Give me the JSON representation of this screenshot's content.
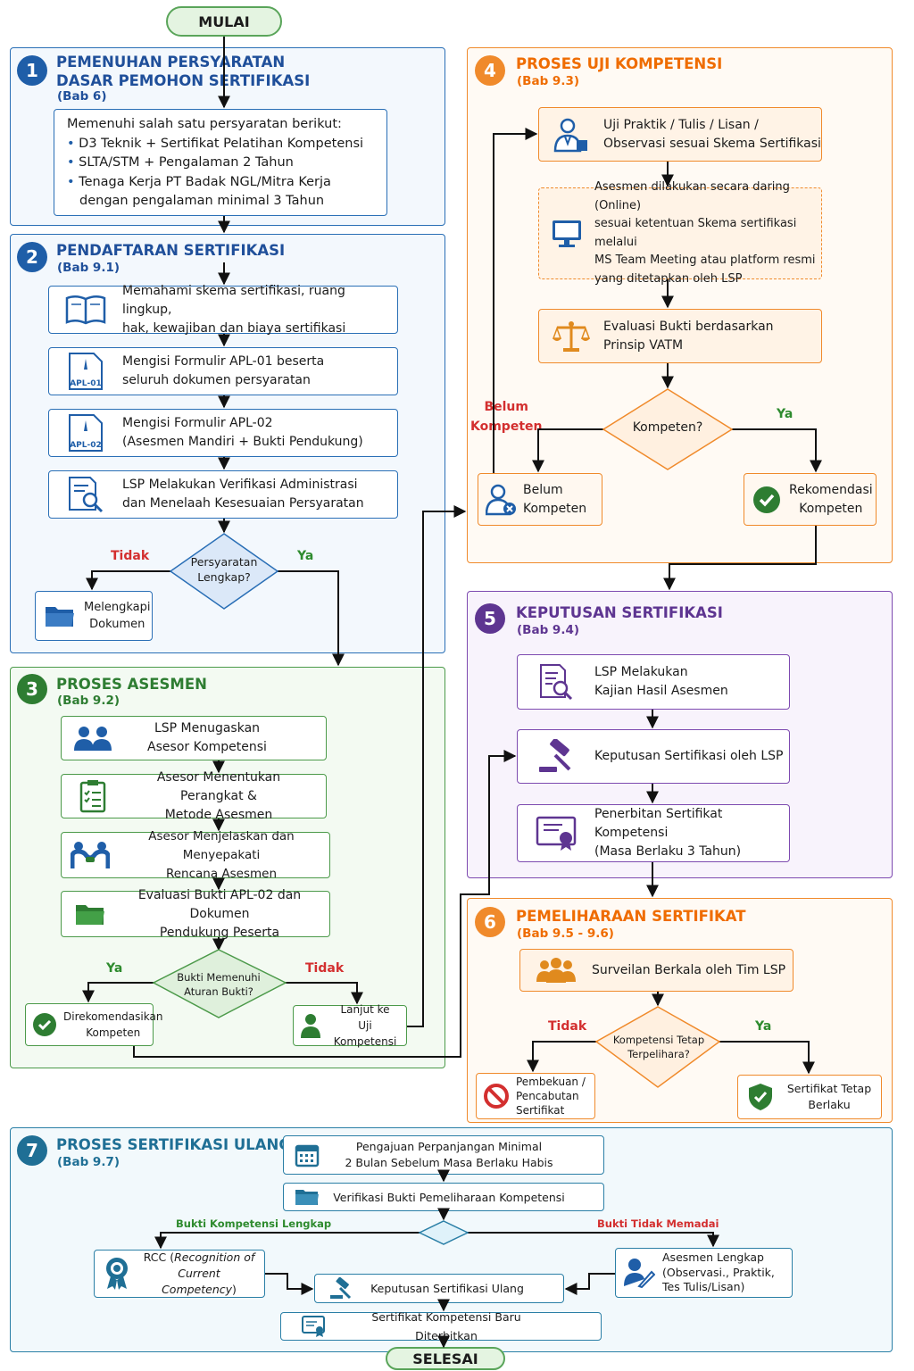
{
  "start": "MULAI",
  "end": "SELESAI",
  "s1": {
    "num": "1",
    "title1": "PEMENUHAN PERSYARATAN",
    "title2": "DASAR PEMOHON SERTIFIKASI",
    "sub": "(Bab 6)",
    "intro": "Memenuhi salah satu persyaratan berikut:",
    "items": [
      "D3 Teknik + Sertifikat Pelatihan Kompetensi",
      "SLTA/STM + Pengalaman 2 Tahun",
      "Tenaga Kerja PT Badak NGL/Mitra Kerja",
      "dengan pengalaman minimal 3 Tahun"
    ]
  },
  "s2": {
    "num": "2",
    "title": "PENDAFTARAN SERTIFIKASI",
    "sub": "(Bab 9.1)",
    "steps": [
      {
        "l1": "Memahami skema sertifikasi, ruang lingkup,",
        "l2": "hak, kewajiban dan biaya sertifikasi",
        "icon": "book-icon"
      },
      {
        "l1": "Mengisi Formulir APL-01 beserta",
        "l2": "seluruh dokumen persyaratan",
        "icon": "form-apl01-icon",
        "tag": "APL-01"
      },
      {
        "l1": "Mengisi Formulir APL-02",
        "l2": "(Asesmen Mandiri + Bukti Pendukung)",
        "icon": "form-apl02-icon",
        "tag": "APL-02"
      },
      {
        "l1": "LSP Melakukan Verifikasi Administrasi",
        "l2": "dan Menelaah Kesesuaian Persyaratan",
        "icon": "document-search-icon"
      }
    ],
    "decision1": "Persyaratan",
    "decision2": "Lengkap?",
    "no": "Tidak",
    "yes": "Ya",
    "fix1": "Melengkapi",
    "fix2": "Dokumen"
  },
  "s3": {
    "num": "3",
    "title": "PROSES ASESMEN",
    "sub": "(Bab 9.2)",
    "steps": [
      {
        "l1": "LSP Menugaskan",
        "l2": "Asesor Kompetensi",
        "icon": "people-icon"
      },
      {
        "l1": "Asesor Menentukan Perangkat &",
        "l2": "Metode Asesmen",
        "icon": "clipboard-icon"
      },
      {
        "l1": "Asesor Menjelaskan dan Menyepakati",
        "l2": "Rencana Asesmen",
        "icon": "handshake-icon"
      },
      {
        "l1": "Evaluasi Bukti APL-02 dan Dokumen",
        "l2": "Pendukung Peserta",
        "icon": "folder-icon"
      }
    ],
    "decision1": "Bukti Memenuhi",
    "decision2": "Aturan Bukti?",
    "yes": "Ya",
    "no": "Tidak",
    "left1": "Direkomendasikan",
    "left2": "Kompeten",
    "right1": "Lanjut ke",
    "right2": "Uji Kompetensi"
  },
  "s4": {
    "num": "4",
    "title": "PROSES UJI KOMPETENSI",
    "sub": "(Bab 9.3)",
    "step1a": "Uji Praktik / Tulis / Lisan /",
    "step1b": "Observasi sesuai Skema Sertifikasi",
    "online": [
      "Asesmen dilakukan secara daring (Online)",
      "sesuai ketentuan Skema sertifikasi melalui",
      "MS Team Meeting atau platform resmi",
      "yang ditetapkan oleh LSP"
    ],
    "step3a": "Evaluasi Bukti berdasarkan",
    "step3b": "Prinsip VATM",
    "decision": "Kompeten?",
    "yes": "Ya",
    "loop1": "Belum",
    "loop2": "Kompeten",
    "left1": "Belum",
    "left2": "Kompeten",
    "right1": "Rekomendasi",
    "right2": "Kompeten"
  },
  "s5": {
    "num": "5",
    "title": "KEPUTUSAN SERTIFIKASI",
    "sub": "(Bab 9.4)",
    "step1a": "LSP Melakukan",
    "step1b": "Kajian Hasil Asesmen",
    "step2": "Keputusan Sertifikasi oleh LSP",
    "step3a": "Penerbitan Sertifikat Kompetensi",
    "step3b": "(Masa Berlaku 3 Tahun)"
  },
  "s6": {
    "num": "6",
    "title": "PEMELIHARAAN SERTIFIKAT",
    "sub": "(Bab 9.5 - 9.6)",
    "step1": "Surveilan Berkala oleh Tim LSP",
    "decision1": "Kompetensi Tetap",
    "decision2": "Terpelihara?",
    "no": "Tidak",
    "yes": "Ya",
    "left1": "Pembekuan /",
    "left2": "Pencabutan",
    "left3": "Sertifikat",
    "right1": "Sertifikat Tetap",
    "right2": "Berlaku"
  },
  "s7": {
    "num": "7",
    "title": "PROSES SERTIFIKASI ULANG",
    "sub": "(Bab 9.7)",
    "step1a": "Pengajuan Perpanjangan Minimal",
    "step1b": "2 Bulan Sebelum Masa Berlaku Habis",
    "step2": "Verifikasi Bukti Pemeliharaan Kompetensi",
    "leftLabel": "Bukti Kompetensi Lengkap",
    "rightLabel": "Bukti Tidak Memadai",
    "rcc1": "RCC (",
    "rcc1i": "Recognition of",
    "rcc2i": "Current Competency",
    "rcc2": ")",
    "full1": "Asesmen Lengkap",
    "full2": "(Observasi., Praktik,",
    "full3": "Tes Tulis/Lisan)",
    "decision": "Keputusan Sertifikasi Ulang",
    "final": "Sertifikat Kompetensi Baru Diterbitkan"
  },
  "colors": {
    "blue": "#2a6fb6",
    "green": "#4c9a4a",
    "orange": "#f08a2b",
    "purple": "#7d4ab0",
    "teal": "#2a7fa6",
    "red": "#d32f2f"
  }
}
